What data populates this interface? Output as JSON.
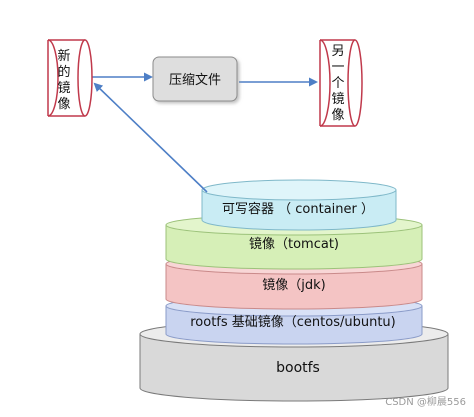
{
  "diagram": {
    "new_image_label": [
      "新",
      "的",
      "镜",
      "像"
    ],
    "compress_label": "压缩文件",
    "another_image_label": [
      "另",
      "一",
      "个",
      "镜",
      "像"
    ],
    "layers": {
      "container": "可写容器 （ container ）",
      "tomcat": "镜像（tomcat)",
      "jdk": "镜像（jdk)",
      "rootfs": "rootfs 基础镜像（centos/ubuntu)",
      "bootfs": "bootfs"
    },
    "watermark": "CSDN @柳晨556"
  },
  "colors": {
    "container": "#c9ecf4",
    "tomcat": "#d6efb7",
    "jdk": "#f4c4c4",
    "rootfs": "#c9d4f0",
    "bootfs": "#d9d9d9",
    "cylinder_red": "#c0394b",
    "arrow_blue": "#4e7fc6",
    "compress_box": "#dedede"
  }
}
